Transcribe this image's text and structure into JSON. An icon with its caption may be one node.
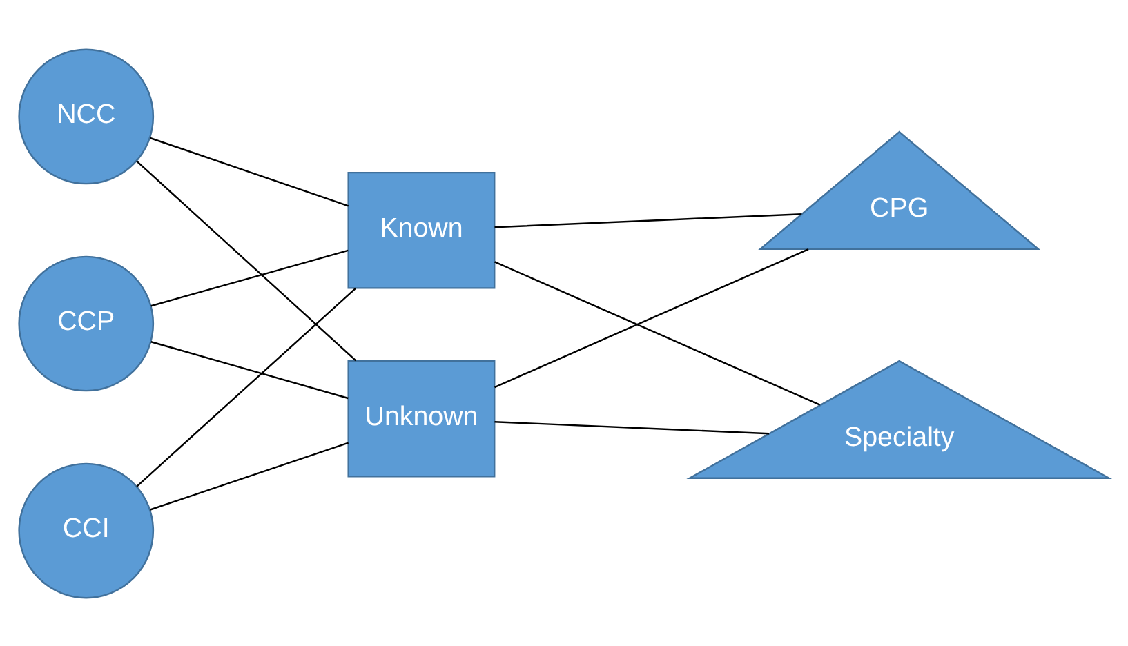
{
  "diagram": {
    "nodes": [
      {
        "text": [
          "NCC"
        ]
      },
      {
        "text": [
          "CCP"
        ]
      },
      {
        "text": [
          "CCI"
        ]
      },
      {
        "text": [
          "Known"
        ]
      },
      {
        "text": [
          "Unknown"
        ]
      },
      {
        "text": [
          "CPG"
        ]
      },
      {
        "text": [
          "Specialty"
        ]
      }
    ],
    "edges": [
      {
        "from": 0,
        "to": 3,
        "arrow": "none"
      },
      {
        "from": 0,
        "to": 4,
        "arrow": "none"
      },
      {
        "from": 1,
        "to": 3,
        "arrow": "none"
      },
      {
        "from": 1,
        "to": 4,
        "arrow": "none"
      },
      {
        "from": 2,
        "to": 3,
        "arrow": "none"
      },
      {
        "from": 2,
        "to": 4,
        "arrow": "none"
      },
      {
        "from": 3,
        "to": 5,
        "arrow": "none"
      },
      {
        "from": 3,
        "to": 6,
        "arrow": "none"
      },
      {
        "from": 4,
        "to": 5,
        "arrow": "none"
      },
      {
        "from": 4,
        "to": 6,
        "arrow": "none"
      }
    ]
  }
}
